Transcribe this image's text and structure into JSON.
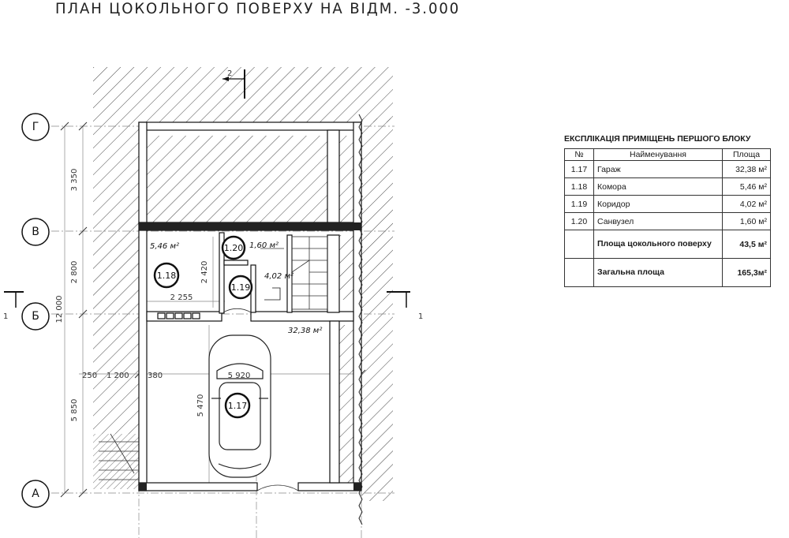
{
  "title": "ПЛАН ЦОКОЛЬНОГО ПОВЕРХУ НА ВІДМ. -3.000",
  "axes": {
    "g": "Г",
    "v": "В",
    "b": "Б",
    "a": "А",
    "section_left": "1",
    "section_right": "1",
    "section_top": "2"
  },
  "dimensions": {
    "d3350": "3 350",
    "d2800": "2 800",
    "d12000": "12 000",
    "d5850": "5 850",
    "d2420": "2 420",
    "d2255": "2 255",
    "d250": "250",
    "d1200": "1 200",
    "d380": "380",
    "d5920": "5 920",
    "d5470": "5 470"
  },
  "rooms": {
    "r118": {
      "num": "1.18",
      "area": "5,46 м²"
    },
    "r119": {
      "num": "1.19",
      "area": "4,02 м²"
    },
    "r120": {
      "num": "1.20",
      "area": "1,60 м²"
    },
    "r117": {
      "num": "1.17",
      "area": "32,38 м²"
    }
  },
  "table": {
    "title": "ЕКСПЛІКАЦІЯ ПРИМІЩЕНЬ ПЕРШОГО БЛОКУ",
    "headers": [
      "№",
      "Найменування",
      "Площа"
    ],
    "rows": [
      {
        "num": "1.17",
        "name": "Гараж",
        "area": "32,38 м²"
      },
      {
        "num": "1.18",
        "name": "Комора",
        "area": "5,46 м²"
      },
      {
        "num": "1.19",
        "name": "Коридор",
        "area": "4,02 м²"
      },
      {
        "num": "1.20",
        "name": "Санвузел",
        "area": "1,60 м²"
      }
    ],
    "totals": [
      {
        "name": "Площа цокольного поверху",
        "area": "43,5 м²"
      },
      {
        "name": "Загальна площа",
        "area": "165,3м²"
      }
    ]
  }
}
